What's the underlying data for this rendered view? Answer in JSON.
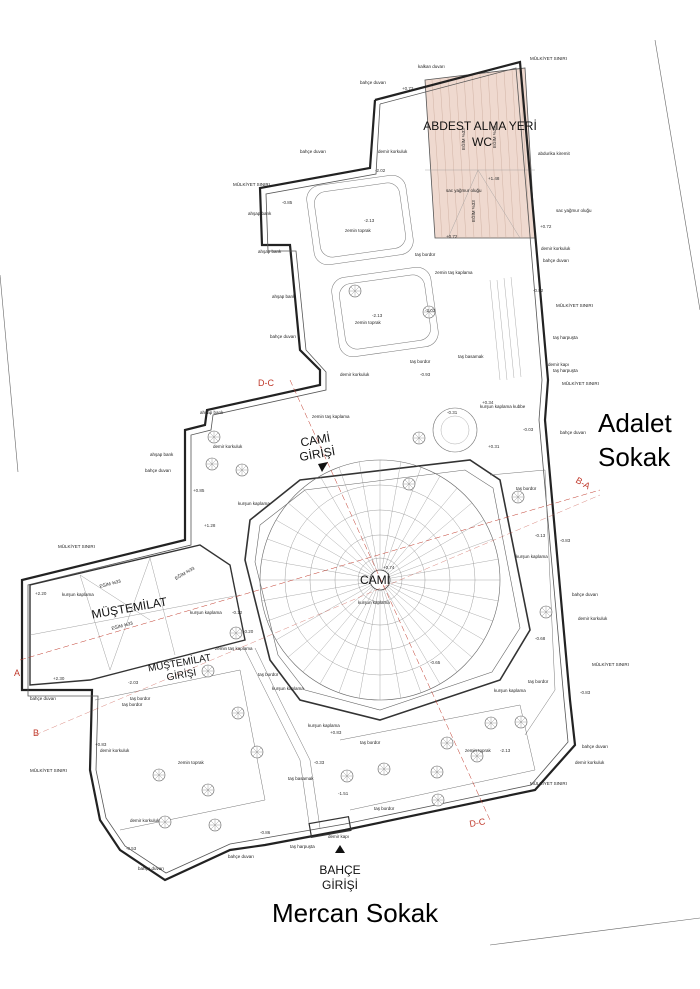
{
  "streets": {
    "adalet_line1": "Adalet",
    "adalet_line2": "Sokak",
    "mercan": "Mercan Sokak"
  },
  "labels": {
    "abdest_line1": "ABDEST ALMA YERİ",
    "abdest_line2": "WC",
    "cami_giris_line1": "CAMİ",
    "cami_giris_line2": "GİRİŞİ",
    "cami": "CAMİ",
    "mustemilat": "MÜŞTEMİLAT",
    "mustemilat_giris_line1": "MÜŞTEMİLAT",
    "mustemilat_giris_line2": "GİRİŞİ",
    "bahce_giris_line1": "BAHÇE",
    "bahce_giris_line2": "GİRİŞİ"
  },
  "sections": {
    "dc_top": "D-C",
    "ba_right": "B-A",
    "a_left": "A",
    "b_left": "B",
    "dc_bottom": "D-C"
  },
  "small_labels": {
    "mulkiyet_top": "MÜLKİYET SINIRI",
    "kalkan_duvar": "kalkan duvarı",
    "bahce_duvari_top": "bahçe duvarı",
    "bahce_duvari_left": "bahçe duvarı",
    "demir_korkuluk_top": "demir korkuluk",
    "mulkiyet_left": "MÜLKİYET SINIRI",
    "ahsap_bank1": "ahşap bank",
    "ahsap_bank2": "ahşap bank",
    "ahsap_bank3": "ahşap bank",
    "zemin_toprak1": "zemin toprak",
    "zemin_toprak2": "zemin toprak",
    "tas_bordur1": "taş bordür",
    "tas_bordur2": "taş bordür",
    "zemin_tas_kaplama1": "zemin taş kaplama",
    "tas_basamak1": "taş basamak",
    "demir_korkuluk2": "demir korkuluk",
    "abdurika_kiremit": "abdurika kiremit",
    "sac_yagmur1": "sac yağmur oluğu",
    "sac_yagmur2": "sac yağmur oluğu",
    "demir_korkuluk3": "demir korkuluk",
    "bahce_duvari_r1": "bahçe duvarı",
    "mulkiyet_r1": "MÜLKİYET SINIRI",
    "tas_harpusta1": "taş harpuşta",
    "tas_harpusta2": "taş harpuşta",
    "mulkiyet_r2": "MÜLKİYET SINIRI",
    "demir_kapi1": "demir kapı",
    "bahce_duvari_r2": "bahçe duvarı",
    "kursun_kaplama_kubbe": "kurşun kaplama kubbe",
    "zemin_tas_kaplama2": "zemin taş kaplama",
    "ahsap_bank4": "ahşap bank",
    "ahsap_bank5": "ahşap bank",
    "demir_korkuluk4": "demir korkuluk",
    "bahce_duvari_l2": "bahçe duvarı",
    "kursun_kaplama1": "kurşun kaplama",
    "mulkiyet_left2": "MÜLKİYET SINIRI",
    "kursun_kaplama2": "kurşun kaplama",
    "kursun_kaplama3": "kurşun kaplama",
    "tas_bordur3": "taş bordür",
    "kursun_kaplama4": "kurşun kaplama",
    "kursun_kaplama5": "kurşun kaplama",
    "zemin_tas_kaplama3": "zemin taş kaplama",
    "tas_bordur4": "taş bordür",
    "kursun_kaplama6": "kurşun kaplama",
    "tas_bordur5": "taş bordür",
    "kursun_kaplama7": "kurşun kaplama",
    "bahce_duvari_r3": "bahçe duvarı",
    "demir_korkuluk5": "demir korkuluk",
    "mulkiyet_r3": "MÜLKİYET SINIRI",
    "bahce_duvari_l3": "bahçe duvarı",
    "tas_bordur6": "taş bordür",
    "demir_korkuluk6": "demir korkuluk",
    "mulkiyet_left3": "MÜLKİYET SINIRI",
    "zemin_toprak3": "zemin toprak",
    "kursun_kaplama8": "kurşun kaplama",
    "tas_bordur7": "taş bordür",
    "tas_basamak2": "taş basamak",
    "zemin_toprak4": "zemin toprak",
    "demir_korkuluk7": "demir korkuluk",
    "bahce_duvari_r4": "bahçe duvarı",
    "mulkiyet_r4": "MÜLKİYET SINIRI",
    "tas_bordur8": "taş bordür",
    "demir_korkuluk8": "demir korkuluk",
    "demir_kapi2": "demir kapı",
    "tas_harpusta3": "taş harpuşta",
    "bahce_duvari_b1": "bahçe duvarı",
    "bahce_duvari_b2": "bahçe duvarı",
    "tas_bordur9": "taş bordür",
    "egim1": "EĞİM %33",
    "egim2": "EĞİM %33",
    "egim3": "EĞİM %33",
    "egim4": "EĞİM %33",
    "egim5": "EĞİM %33",
    "egim6": "EĞİM %33"
  },
  "levels": {
    "l1": "+0.72",
    "l2": "+1.48",
    "l3": "+0.72",
    "l4": "+0.72",
    "l5": "-2.02",
    "l6": "-2.13",
    "l7": "-2.13",
    "l8": "-0.85",
    "l9": "-2.03",
    "l10": "-0.93",
    "l11": "-0.82",
    "l12": "+0.34",
    "l13": "-0.31",
    "l14": "+0.31",
    "l15": "-0.03",
    "l16": "+0.85",
    "l17": "+1.28",
    "l18": "-0.13",
    "l19": "+0.74",
    "l20": "-0.12",
    "l21": "+2.20",
    "l22": "-0.83",
    "l23": "-0.68",
    "l24": "-0.65",
    "l25": "-2.13",
    "l26": "+0.83",
    "l27": "-0.83",
    "l28": "+0.83",
    "l29": "-1.51",
    "l30": "-0.33",
    "l31": "-0.20",
    "l32": "+2.30",
    "l33": "-2.03",
    "l34": "-0.86",
    "l35": "-0.53"
  },
  "colors": {
    "wc_roof": "#efd9cf",
    "section_mark": "#c0392b",
    "wall": "#222222"
  }
}
